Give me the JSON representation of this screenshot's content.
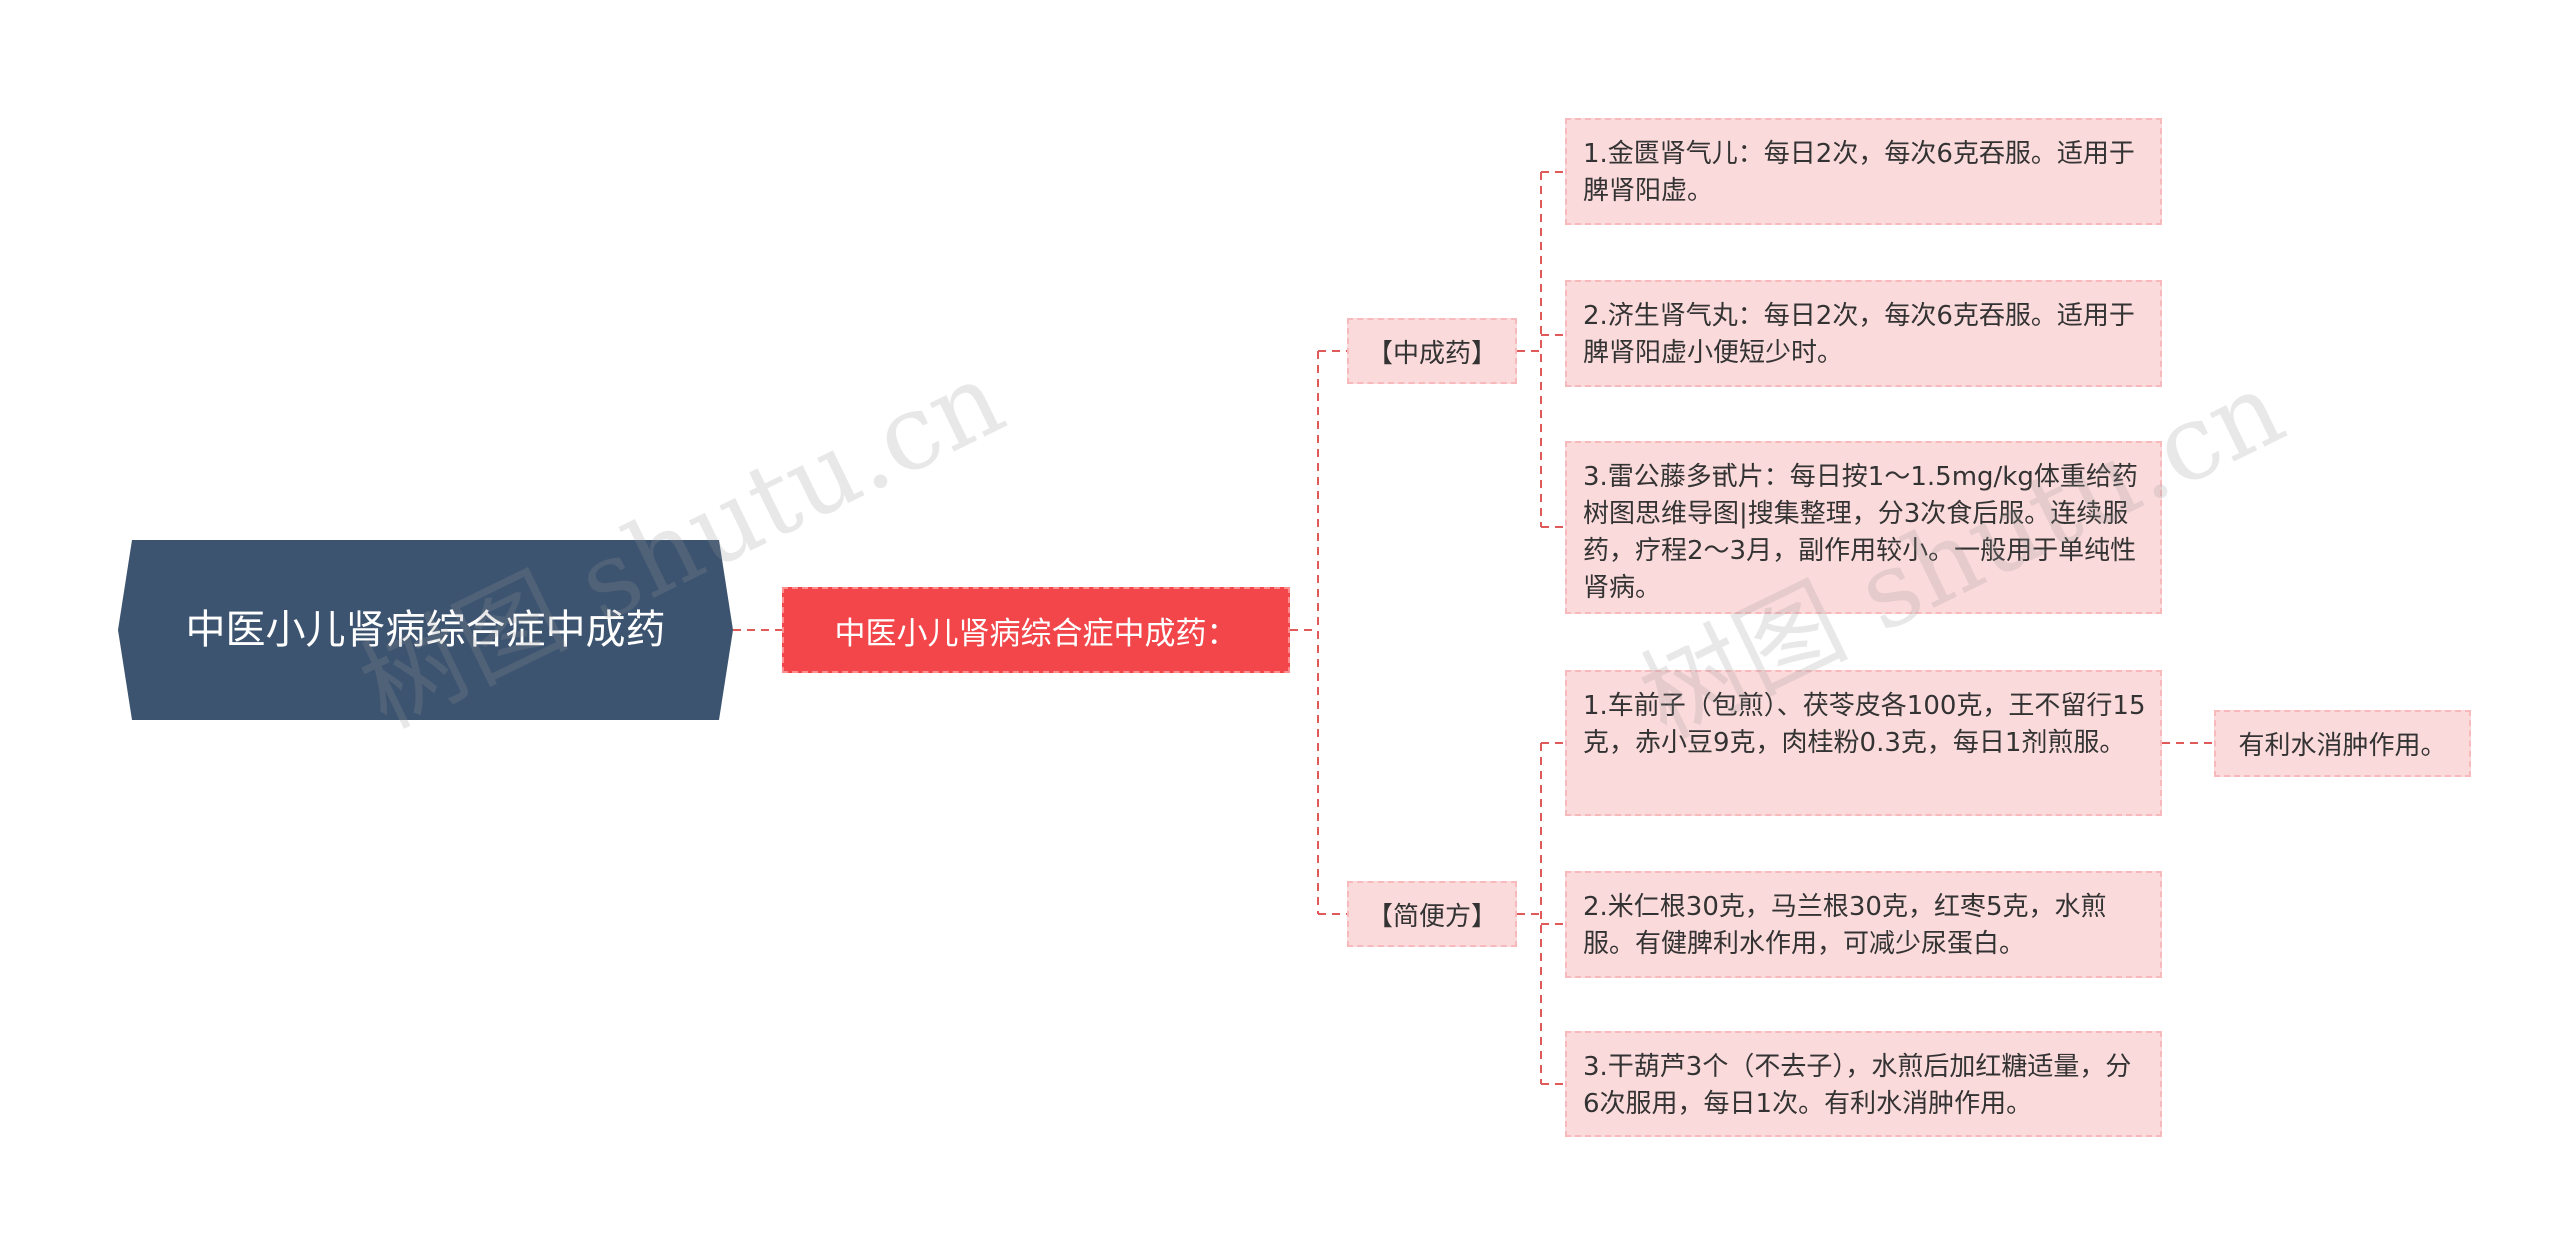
{
  "mindmap": {
    "root": "中医小儿肾病综合症中成药",
    "main": "中医小儿肾病综合症中成药：",
    "branches": [
      {
        "label": "【中成药】",
        "items": [
          "1.金匮肾气儿：每日2次，每次6克吞服。适用于脾肾阳虚。",
          "2.济生肾气丸：每日2次，每次6克吞服。适用于脾肾阳虚小便短少时。",
          "3.雷公藤多甙片：每日按1～1.5mg/kg体重给药树图思维导图|搜集整理，分3次食后服。连续服药，疗程2～3月，副作用较小。一般用于单纯性肾病。"
        ]
      },
      {
        "label": "【简便方】",
        "items": [
          "1.车前子（包煎）、茯苓皮各100克，王不留行15克，赤小豆9克，肉桂粉0.3克，每日1剂煎服。",
          "2.米仁根30克，马兰根30克，红枣5克，水煎服。有健脾利水作用，可减少尿蛋白。",
          "3.干葫芦3个（不去子），水煎后加红糖适量，分6次服用，每日1次。有利水消肿作用。"
        ]
      }
    ],
    "side_note": "有利水消肿作用。"
  },
  "watermarks": [
    "树图 shutu.cn",
    "树图 shutu.cn"
  ],
  "colors": {
    "root_bg": "#3d5470",
    "main_bg": "#f2464a",
    "node_bg": "#fbdadb",
    "connector": "#e05a5a"
  }
}
